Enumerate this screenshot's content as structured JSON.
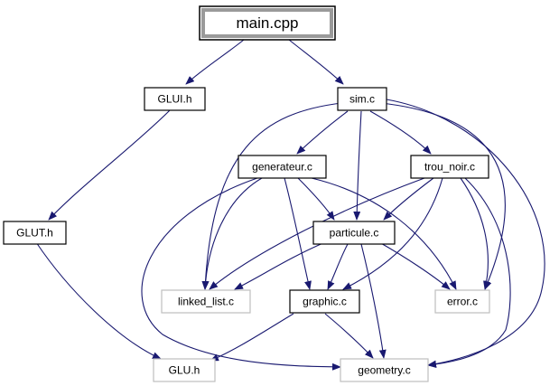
{
  "nodes": {
    "main_cpp": "main.cpp",
    "glui_h": "GLUI.h",
    "sim_c": "sim.c",
    "glut_h": "GLUT.h",
    "generateur_c": "generateur.c",
    "trou_noir_c": "trou_noir.c",
    "particule_c": "particule.c",
    "linked_list_c": "linked_list.c",
    "graphic_c": "graphic.c",
    "error_c": "error.c",
    "glu_h": "GLU.h",
    "geometry_c": "geometry.c"
  },
  "edges": [
    [
      "main_cpp",
      "glui_h"
    ],
    [
      "main_cpp",
      "sim_c"
    ],
    [
      "glui_h",
      "glut_h"
    ],
    [
      "glut_h",
      "glu_h"
    ],
    [
      "sim_c",
      "generateur_c"
    ],
    [
      "sim_c",
      "trou_noir_c"
    ],
    [
      "sim_c",
      "particule_c"
    ],
    [
      "sim_c",
      "linked_list_c"
    ],
    [
      "sim_c",
      "error_c"
    ],
    [
      "sim_c",
      "geometry_c"
    ],
    [
      "generateur_c",
      "particule_c"
    ],
    [
      "generateur_c",
      "linked_list_c"
    ],
    [
      "generateur_c",
      "graphic_c"
    ],
    [
      "generateur_c",
      "error_c"
    ],
    [
      "generateur_c",
      "geometry_c"
    ],
    [
      "trou_noir_c",
      "particule_c"
    ],
    [
      "trou_noir_c",
      "linked_list_c"
    ],
    [
      "trou_noir_c",
      "graphic_c"
    ],
    [
      "trou_noir_c",
      "error_c"
    ],
    [
      "trou_noir_c",
      "geometry_c"
    ],
    [
      "particule_c",
      "linked_list_c"
    ],
    [
      "particule_c",
      "graphic_c"
    ],
    [
      "particule_c",
      "error_c"
    ],
    [
      "particule_c",
      "geometry_c"
    ],
    [
      "graphic_c",
      "glu_h"
    ],
    [
      "graphic_c",
      "geometry_c"
    ]
  ]
}
